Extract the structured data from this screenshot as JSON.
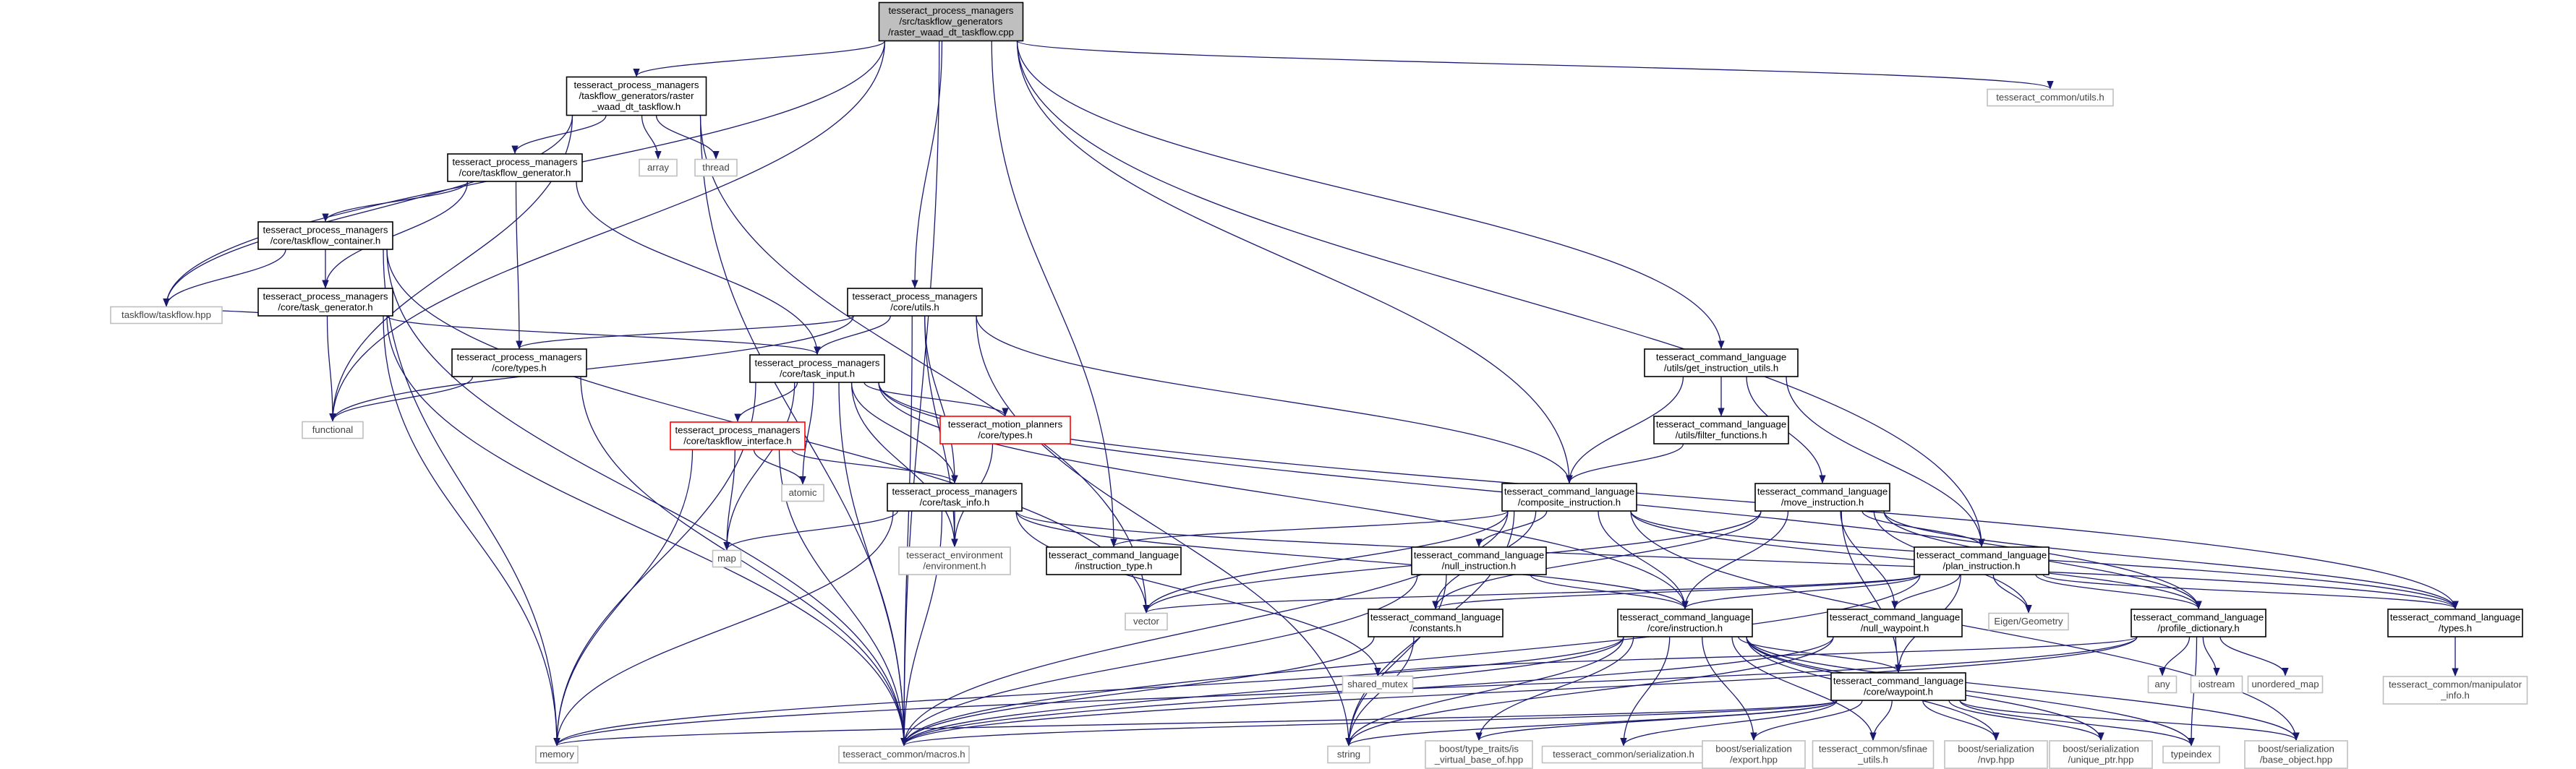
{
  "graph": {
    "root": "cpp",
    "colors": {
      "edge": "#191970",
      "root_fill": "#bfbfbf",
      "boxed_border": "#000000",
      "plain_border": "#bfbfbf",
      "red_border": "#ff0000"
    },
    "nodes": [
      {
        "id": "cpp",
        "style": "root",
        "lines": [
          "tesseract_process_managers",
          "/src/taskflow_generators",
          "/raster_waad_dt_taskflow.cpp"
        ]
      },
      {
        "id": "raster_h",
        "style": "boxed",
        "lines": [
          "tesseract_process_managers",
          "/taskflow_generators/raster",
          "_waad_dt_taskflow.h"
        ]
      },
      {
        "id": "common_utils",
        "style": "plain",
        "lines": [
          "tesseract_common/utils.h"
        ]
      },
      {
        "id": "array",
        "style": "plain",
        "lines": [
          "array"
        ]
      },
      {
        "id": "thread",
        "style": "plain",
        "lines": [
          "thread"
        ]
      },
      {
        "id": "tf_generator",
        "style": "boxed",
        "lines": [
          "tesseract_process_managers",
          "/core/taskflow_generator.h"
        ]
      },
      {
        "id": "tf_container",
        "style": "boxed",
        "lines": [
          "tesseract_process_managers",
          "/core/taskflow_container.h"
        ]
      },
      {
        "id": "task_generator",
        "style": "boxed",
        "lines": [
          "tesseract_process_managers",
          "/core/task_generator.h"
        ]
      },
      {
        "id": "taskflow_hpp",
        "style": "plain",
        "lines": [
          "taskflow/taskflow.hpp"
        ]
      },
      {
        "id": "pm_utils",
        "style": "boxed",
        "lines": [
          "tesseract_process_managers",
          "/core/utils.h"
        ]
      },
      {
        "id": "get_instr_utils",
        "style": "boxed",
        "lines": [
          "tesseract_command_language",
          "/utils/get_instruction_utils.h"
        ]
      },
      {
        "id": "functional",
        "style": "plain",
        "lines": [
          "functional"
        ]
      },
      {
        "id": "pm_types",
        "style": "boxed",
        "lines": [
          "tesseract_process_managers",
          "/core/types.h"
        ]
      },
      {
        "id": "task_input",
        "style": "boxed",
        "lines": [
          "tesseract_process_managers",
          "/core/task_input.h"
        ]
      },
      {
        "id": "filter_functions",
        "style": "boxed",
        "lines": [
          "tesseract_command_language",
          "/utils/filter_functions.h"
        ]
      },
      {
        "id": "tf_interface",
        "style": "red",
        "lines": [
          "tesseract_process_managers",
          "/core/taskflow_interface.h"
        ]
      },
      {
        "id": "mp_types",
        "style": "red",
        "lines": [
          "tesseract_motion_planners",
          "/core/types.h"
        ]
      },
      {
        "id": "atomic",
        "style": "plain",
        "lines": [
          "atomic"
        ]
      },
      {
        "id": "task_info",
        "style": "boxed",
        "lines": [
          "tesseract_process_managers",
          "/core/task_info.h"
        ]
      },
      {
        "id": "composite",
        "style": "boxed",
        "lines": [
          "tesseract_command_language",
          "/composite_instruction.h"
        ]
      },
      {
        "id": "move_instr",
        "style": "boxed",
        "lines": [
          "tesseract_command_language",
          "/move_instruction.h"
        ]
      },
      {
        "id": "map",
        "style": "plain",
        "lines": [
          "map"
        ]
      },
      {
        "id": "env",
        "style": "plain",
        "lines": [
          "tesseract_environment",
          "/environment.h"
        ]
      },
      {
        "id": "instr_type",
        "style": "boxed",
        "lines": [
          "tesseract_command_language",
          "/instruction_type.h"
        ]
      },
      {
        "id": "null_instr",
        "style": "boxed",
        "lines": [
          "tesseract_command_language",
          "/null_instruction.h"
        ]
      },
      {
        "id": "plan_instr",
        "style": "boxed",
        "lines": [
          "tesseract_command_language",
          "/plan_instruction.h"
        ]
      },
      {
        "id": "vector",
        "style": "plain",
        "lines": [
          "vector"
        ]
      },
      {
        "id": "constants",
        "style": "boxed",
        "lines": [
          "tesseract_command_language",
          "/constants.h"
        ]
      },
      {
        "id": "instruction",
        "style": "boxed",
        "lines": [
          "tesseract_command_language",
          "/core/instruction.h"
        ]
      },
      {
        "id": "null_waypoint",
        "style": "boxed",
        "lines": [
          "tesseract_command_language",
          "/null_waypoint.h"
        ]
      },
      {
        "id": "eigen",
        "style": "plain",
        "lines": [
          "Eigen/Geometry"
        ]
      },
      {
        "id": "profile_dict",
        "style": "boxed",
        "lines": [
          "tesseract_command_language",
          "/profile_dictionary.h"
        ]
      },
      {
        "id": "cl_types",
        "style": "boxed",
        "lines": [
          "tesseract_command_language",
          "/types.h"
        ]
      },
      {
        "id": "shared_mutex",
        "style": "plain",
        "lines": [
          "shared_mutex"
        ]
      },
      {
        "id": "waypoint",
        "style": "boxed",
        "lines": [
          "tesseract_command_language",
          "/core/waypoint.h"
        ]
      },
      {
        "id": "any",
        "style": "plain",
        "lines": [
          "any"
        ]
      },
      {
        "id": "iostream",
        "style": "plain",
        "lines": [
          "iostream"
        ]
      },
      {
        "id": "unordered_map",
        "style": "plain",
        "lines": [
          "unordered_map"
        ]
      },
      {
        "id": "manip_info",
        "style": "plain",
        "lines": [
          "tesseract_common/manipulator",
          "_info.h"
        ]
      },
      {
        "id": "memory",
        "style": "plain",
        "lines": [
          "memory"
        ]
      },
      {
        "id": "macros",
        "style": "plain",
        "lines": [
          "tesseract_common/macros.h"
        ]
      },
      {
        "id": "string",
        "style": "plain",
        "lines": [
          "string"
        ]
      },
      {
        "id": "type_traits",
        "style": "plain",
        "lines": [
          "boost/type_traits/is",
          "_virtual_base_of.hpp"
        ]
      },
      {
        "id": "common_serial",
        "style": "plain",
        "lines": [
          "tesseract_common/serialization.h"
        ]
      },
      {
        "id": "boost_export",
        "style": "plain",
        "lines": [
          "boost/serialization",
          "/export.hpp"
        ]
      },
      {
        "id": "sfinae",
        "style": "plain",
        "lines": [
          "tesseract_common/sfinae",
          "_utils.h"
        ]
      },
      {
        "id": "nvp",
        "style": "plain",
        "lines": [
          "boost/serialization",
          "/nvp.hpp"
        ]
      },
      {
        "id": "unique_ptr",
        "style": "plain",
        "lines": [
          "boost/serialization",
          "/unique_ptr.hpp"
        ]
      },
      {
        "id": "typeindex",
        "style": "plain",
        "lines": [
          "typeindex"
        ]
      },
      {
        "id": "base_object",
        "style": "plain",
        "lines": [
          "boost/serialization",
          "/base_object.hpp"
        ]
      }
    ],
    "edges": [
      [
        "cpp",
        "raster_h"
      ],
      [
        "cpp",
        "common_utils"
      ],
      [
        "cpp",
        "taskflow_hpp"
      ],
      [
        "cpp",
        "functional"
      ],
      [
        "cpp",
        "pm_utils"
      ],
      [
        "cpp",
        "get_instr_utils"
      ],
      [
        "cpp",
        "composite"
      ],
      [
        "cpp",
        "instr_type"
      ],
      [
        "cpp",
        "plan_instr"
      ],
      [
        "cpp",
        "macros"
      ],
      [
        "raster_h",
        "array"
      ],
      [
        "raster_h",
        "thread"
      ],
      [
        "raster_h",
        "tf_generator"
      ],
      [
        "raster_h",
        "taskflow_hpp"
      ],
      [
        "raster_h",
        "functional"
      ],
      [
        "raster_h",
        "vector"
      ],
      [
        "raster_h",
        "macros"
      ],
      [
        "tf_generator",
        "tf_container"
      ],
      [
        "tf_generator",
        "task_generator"
      ],
      [
        "tf_generator",
        "pm_types"
      ],
      [
        "tf_generator",
        "task_input"
      ],
      [
        "tf_container",
        "task_generator"
      ],
      [
        "tf_container",
        "taskflow_hpp"
      ],
      [
        "tf_container",
        "memory"
      ],
      [
        "tf_container",
        "macros"
      ],
      [
        "tf_container",
        "vector"
      ],
      [
        "task_generator",
        "taskflow_hpp"
      ],
      [
        "task_generator",
        "task_input"
      ],
      [
        "task_generator",
        "functional"
      ],
      [
        "task_generator",
        "memory"
      ],
      [
        "task_generator",
        "macros"
      ],
      [
        "pm_utils",
        "task_input"
      ],
      [
        "pm_utils",
        "pm_types"
      ],
      [
        "pm_utils",
        "functional"
      ],
      [
        "pm_utils",
        "composite"
      ],
      [
        "pm_utils",
        "task_info"
      ],
      [
        "pm_utils",
        "env"
      ],
      [
        "pm_utils",
        "string"
      ],
      [
        "pm_utils",
        "macros"
      ],
      [
        "pm_types",
        "functional"
      ],
      [
        "pm_types",
        "macros"
      ],
      [
        "task_input",
        "tf_interface"
      ],
      [
        "task_input",
        "mp_types"
      ],
      [
        "task_input",
        "task_info"
      ],
      [
        "task_input",
        "atomic"
      ],
      [
        "task_input",
        "map"
      ],
      [
        "task_input",
        "memory"
      ],
      [
        "task_input",
        "env"
      ],
      [
        "task_input",
        "instruction"
      ],
      [
        "task_input",
        "profile_dict"
      ],
      [
        "task_input",
        "cl_types"
      ],
      [
        "task_input",
        "macros"
      ],
      [
        "get_instr_utils",
        "filter_functions"
      ],
      [
        "get_instr_utils",
        "composite"
      ],
      [
        "get_instr_utils",
        "move_instr"
      ],
      [
        "get_instr_utils",
        "plan_instr"
      ],
      [
        "filter_functions",
        "composite"
      ],
      [
        "tf_interface",
        "atomic"
      ],
      [
        "tf_interface",
        "task_info"
      ],
      [
        "tf_interface",
        "map"
      ],
      [
        "tf_interface",
        "memory"
      ],
      [
        "tf_interface",
        "macros"
      ],
      [
        "mp_types",
        "env"
      ],
      [
        "task_info",
        "map"
      ],
      [
        "task_info",
        "env"
      ],
      [
        "task_info",
        "memory"
      ],
      [
        "task_info",
        "macros"
      ],
      [
        "task_info",
        "instruction"
      ],
      [
        "task_info",
        "shared_mutex"
      ],
      [
        "task_info",
        "cl_types"
      ],
      [
        "composite",
        "instr_type"
      ],
      [
        "composite",
        "null_instr"
      ],
      [
        "composite",
        "constants"
      ],
      [
        "composite",
        "instruction"
      ],
      [
        "composite",
        "profile_dict"
      ],
      [
        "composite",
        "cl_types"
      ],
      [
        "composite",
        "vector"
      ],
      [
        "composite",
        "string"
      ],
      [
        "composite",
        "macros"
      ],
      [
        "composite",
        "base_object"
      ],
      [
        "move_instr",
        "plan_instr"
      ],
      [
        "move_instr",
        "null_waypoint"
      ],
      [
        "move_instr",
        "instruction"
      ],
      [
        "move_instr",
        "waypoint"
      ],
      [
        "move_instr",
        "eigen"
      ],
      [
        "move_instr",
        "profile_dict"
      ],
      [
        "move_instr",
        "cl_types"
      ],
      [
        "move_instr",
        "constants"
      ],
      [
        "move_instr",
        "vector"
      ],
      [
        "null_instr",
        "instruction"
      ],
      [
        "null_instr",
        "string"
      ],
      [
        "null_instr",
        "macros"
      ],
      [
        "plan_instr",
        "instruction"
      ],
      [
        "plan_instr",
        "waypoint"
      ],
      [
        "plan_instr",
        "eigen"
      ],
      [
        "plan_instr",
        "cl_types"
      ],
      [
        "plan_instr",
        "profile_dict"
      ],
      [
        "plan_instr",
        "constants"
      ],
      [
        "plan_instr",
        "null_waypoint"
      ],
      [
        "plan_instr",
        "vector"
      ],
      [
        "plan_instr",
        "macros"
      ],
      [
        "constants",
        "string"
      ],
      [
        "constants",
        "macros"
      ],
      [
        "instruction",
        "waypoint"
      ],
      [
        "instruction",
        "memory"
      ],
      [
        "instruction",
        "macros"
      ],
      [
        "instruction",
        "string"
      ],
      [
        "instruction",
        "type_traits"
      ],
      [
        "instruction",
        "common_serial"
      ],
      [
        "instruction",
        "boost_export"
      ],
      [
        "instruction",
        "sfinae"
      ],
      [
        "instruction",
        "nvp"
      ],
      [
        "instruction",
        "unique_ptr"
      ],
      [
        "instruction",
        "typeindex"
      ],
      [
        "instruction",
        "base_object"
      ],
      [
        "null_waypoint",
        "waypoint"
      ],
      [
        "null_waypoint",
        "macros"
      ],
      [
        "null_waypoint",
        "string"
      ],
      [
        "profile_dict",
        "any"
      ],
      [
        "profile_dict",
        "iostream"
      ],
      [
        "profile_dict",
        "unordered_map"
      ],
      [
        "profile_dict",
        "shared_mutex"
      ],
      [
        "profile_dict",
        "memory"
      ],
      [
        "profile_dict",
        "typeindex"
      ],
      [
        "profile_dict",
        "macros"
      ],
      [
        "cl_types",
        "manip_info"
      ],
      [
        "waypoint",
        "memory"
      ],
      [
        "waypoint",
        "macros"
      ],
      [
        "waypoint",
        "string"
      ],
      [
        "waypoint",
        "type_traits"
      ],
      [
        "waypoint",
        "common_serial"
      ],
      [
        "waypoint",
        "boost_export"
      ],
      [
        "waypoint",
        "sfinae"
      ],
      [
        "waypoint",
        "nvp"
      ],
      [
        "waypoint",
        "unique_ptr"
      ],
      [
        "waypoint",
        "typeindex"
      ],
      [
        "waypoint",
        "base_object"
      ]
    ]
  }
}
